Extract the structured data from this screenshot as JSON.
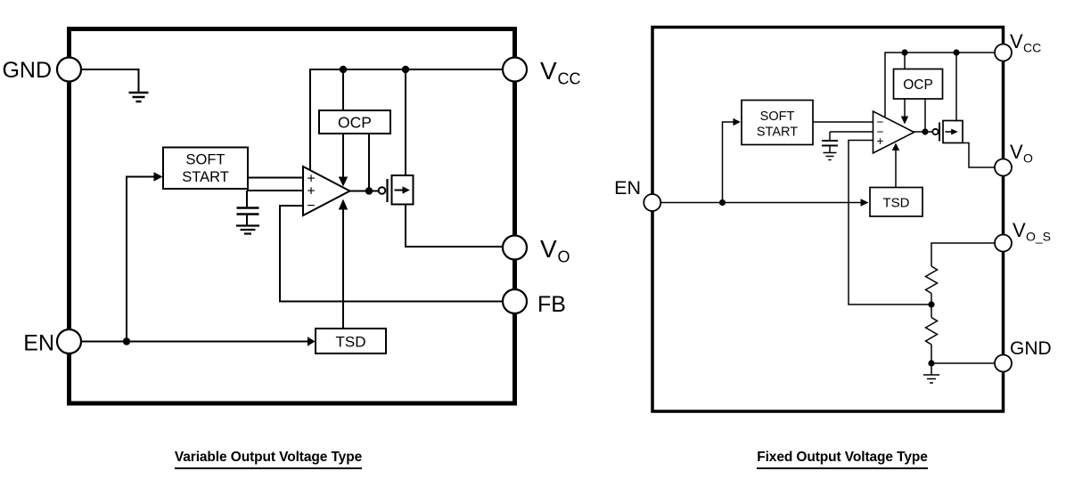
{
  "figure": {
    "background": "#ffffff",
    "ink": "#000000"
  },
  "variable_diagram": {
    "caption": "Variable Output Voltage Type",
    "pins": {
      "gnd": "GND",
      "vcc_main": "V",
      "vcc_sub": "CC",
      "vo_main": "V",
      "vo_sub": "O",
      "fb": "FB",
      "en": "EN"
    },
    "blocks": {
      "soft_start_line1": "SOFT",
      "soft_start_line2": "START",
      "ocp": "OCP",
      "tsd": "TSD"
    },
    "comparator": {
      "top_sign": "+",
      "middle_sign": "+",
      "bottom_sign": "−"
    }
  },
  "fixed_diagram": {
    "caption": "Fixed Output Voltage Type",
    "pins": {
      "vcc_main": "V",
      "vcc_sub": "CC",
      "vo_main": "V",
      "vo_sub": "O",
      "vos_main": "V",
      "vos_sub": "O_S",
      "gnd": "GND",
      "en": "EN"
    },
    "blocks": {
      "soft_start_line1": "SOFT",
      "soft_start_line2": "START",
      "ocp": "OCP",
      "tsd": "TSD"
    },
    "comparator": {
      "top_sign": "−",
      "middle_sign": "−",
      "bottom_sign": "+"
    }
  }
}
